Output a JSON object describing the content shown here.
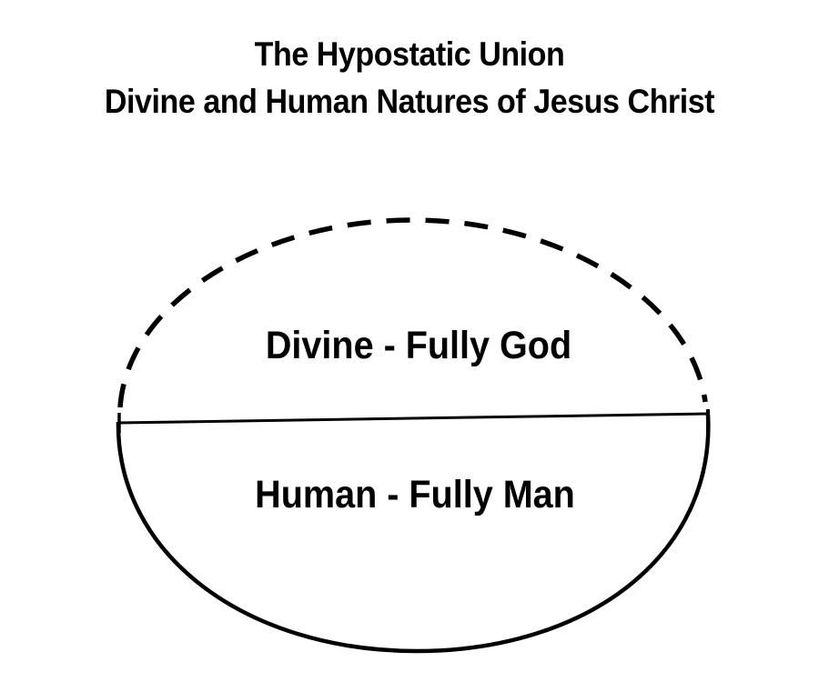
{
  "title": {
    "line1": "The Hypostatic Union",
    "line2": "Divine and Human Natures of Jesus Christ"
  },
  "diagram": {
    "upper_region": {
      "label": "Divine - Fully God",
      "border_style": "dashed"
    },
    "lower_region": {
      "label": "Human - Fully Man",
      "border_style": "solid"
    },
    "divider_style": "solid",
    "stroke_color": "#000000",
    "background_color": "#ffffff"
  }
}
